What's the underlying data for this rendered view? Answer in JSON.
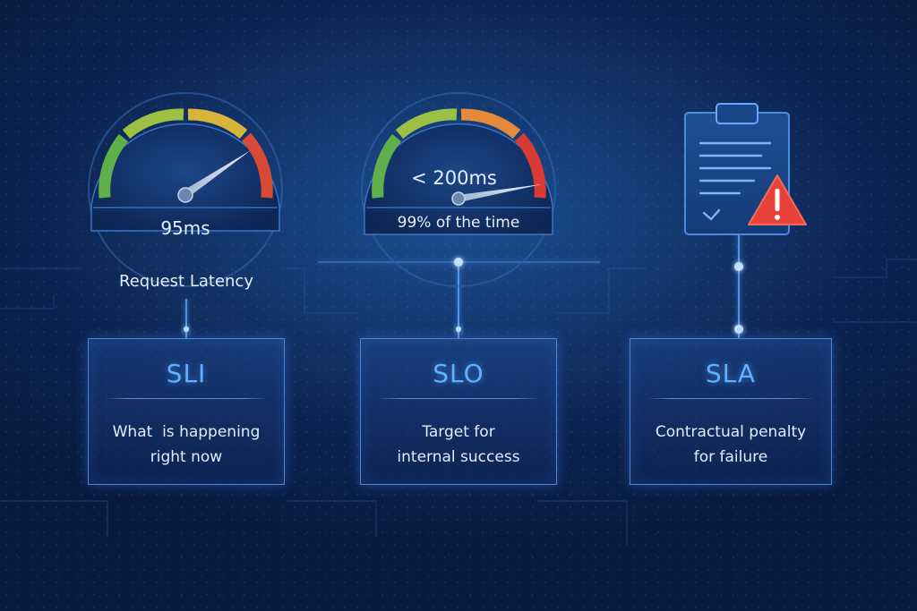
{
  "gauges": {
    "sli_gauge": {
      "value_text": "95ms"
    },
    "slo_gauge": {
      "target_text": "< 200ms",
      "sub_text": "99% of the time"
    }
  },
  "request_latency_label": "Request Latency",
  "cards": [
    {
      "title": "SLI",
      "line1": "What  is happening",
      "line2": "right now"
    },
    {
      "title": "SLO",
      "line1": "Target for",
      "line2": "internal success"
    },
    {
      "title": "SLA",
      "line1": "Contractual penalty",
      "line2": "for failure"
    }
  ],
  "icons": [
    "speedometer-gauge-icon",
    "clipboard-document-icon",
    "warning-triangle-icon",
    "checkmark-icon"
  ],
  "colors": {
    "accent": "#5fb0ff",
    "gauge_green": "#5fb04a",
    "gauge_yellow": "#c9c23a",
    "gauge_orange": "#e58a3a",
    "gauge_red": "#d83a34",
    "warning": "#e8413a"
  }
}
